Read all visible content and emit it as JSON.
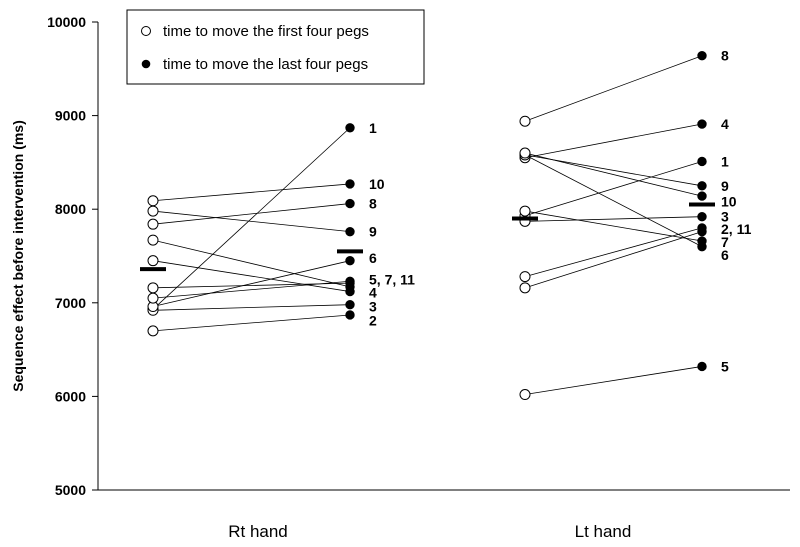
{
  "chart_data": {
    "type": "scatter",
    "ylabel": "Sequence effect before intervention (ms)",
    "ylim": [
      5000,
      10000
    ],
    "yticks": [
      5000,
      6000,
      7000,
      8000,
      9000,
      10000
    ],
    "ytick_labels": [
      "5000",
      "6000",
      "7000",
      "8000",
      "9000",
      "10000"
    ],
    "categories": [
      "Rt hand",
      "Lt hand"
    ],
    "legend": {
      "placement": "top-left",
      "entries": [
        {
          "marker": "open-circle",
          "label": "time to move the first four pegs"
        },
        {
          "marker": "filled-circle",
          "label": "time to move the last four pegs"
        }
      ]
    },
    "groups": [
      {
        "category": "Rt hand",
        "subjects": [
          {
            "first": 6930,
            "last": 8870,
            "label": "1"
          },
          {
            "first": 6700,
            "last": 6870,
            "label": "2"
          },
          {
            "first": 6920,
            "last": 6980,
            "label": "3"
          },
          {
            "first": 7450,
            "last": 7120,
            "label": "4"
          },
          {
            "first": 7160,
            "last": 7210,
            "label": "5, 7, 11"
          },
          {
            "first": 6960,
            "last": 7450,
            "label": "6"
          },
          {
            "first": 7050,
            "last": 7230,
            "label": "5, 7, 11"
          },
          {
            "first": 7840,
            "last": 8060,
            "label": "8"
          },
          {
            "first": 7980,
            "last": 7760,
            "label": "9"
          },
          {
            "first": 8090,
            "last": 8270,
            "label": "10"
          },
          {
            "first": 7670,
            "last": 7170,
            "label": "5, 7, 11"
          }
        ],
        "mean_first": 7360,
        "mean_last": 7550
      },
      {
        "category": "Lt hand",
        "subjects": [
          {
            "first": 7930,
            "last": 8510,
            "label": "1"
          },
          {
            "first": 7280,
            "last": 7800,
            "label": "2, 11"
          },
          {
            "first": 7870,
            "last": 7920,
            "label": "3"
          },
          {
            "first": 8550,
            "last": 8910,
            "label": "4"
          },
          {
            "first": 6020,
            "last": 6320,
            "label": "5"
          },
          {
            "first": 8580,
            "last": 7600,
            "label": "6"
          },
          {
            "first": 7980,
            "last": 7660,
            "label": "7"
          },
          {
            "first": 8940,
            "last": 9640,
            "label": "8"
          },
          {
            "first": 8580,
            "last": 8250,
            "label": "9"
          },
          {
            "first": 8600,
            "last": 8140,
            "label": "10"
          },
          {
            "first": 7160,
            "last": 7760,
            "label": "2, 11"
          }
        ],
        "mean_first": 7900,
        "mean_last": 8050
      }
    ],
    "point_labels": [
      {
        "group": 0,
        "text": "1",
        "y": 8870
      },
      {
        "group": 0,
        "text": "10",
        "y": 8270
      },
      {
        "group": 0,
        "text": "8",
        "y": 8060
      },
      {
        "group": 0,
        "text": "9",
        "y": 7760
      },
      {
        "group": 0,
        "text": "6",
        "y": 7480
      },
      {
        "group": 0,
        "text": "5, 7, 11",
        "y": 7250
      },
      {
        "group": 0,
        "text": "4",
        "y": 7110
      },
      {
        "group": 0,
        "text": "3",
        "y": 6960
      },
      {
        "group": 0,
        "text": "2",
        "y": 6810
      },
      {
        "group": 1,
        "text": "8",
        "y": 9640
      },
      {
        "group": 1,
        "text": "4",
        "y": 8910
      },
      {
        "group": 1,
        "text": "1",
        "y": 8510
      },
      {
        "group": 1,
        "text": "9",
        "y": 8250
      },
      {
        "group": 1,
        "text": "10",
        "y": 8080
      },
      {
        "group": 1,
        "text": "3",
        "y": 7920
      },
      {
        "group": 1,
        "text": "2, 11",
        "y": 7790
      },
      {
        "group": 1,
        "text": "7",
        "y": 7650
      },
      {
        "group": 1,
        "text": "6",
        "y": 7510
      },
      {
        "group": 1,
        "text": "5",
        "y": 6320
      }
    ],
    "grid": false
  }
}
